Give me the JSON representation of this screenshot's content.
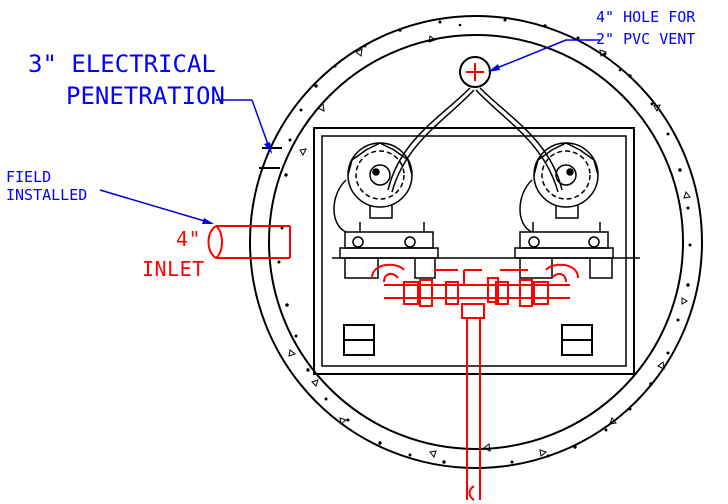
{
  "labels": {
    "electrical_line1": "3\" ELECTRICAL",
    "electrical_line2": "PENETRATION",
    "vent_line1": "4\" HOLE FOR",
    "vent_line2": "2\" PVC VENT",
    "field_line1": "FIELD",
    "field_line2": "INSTALLED",
    "inlet_size": "4\"",
    "inlet_word": "INLET"
  },
  "colors": {
    "linework": "#000000",
    "annotation": "#0000dd",
    "pipe": "#ff0000",
    "text_blue": "#0000ff"
  }
}
